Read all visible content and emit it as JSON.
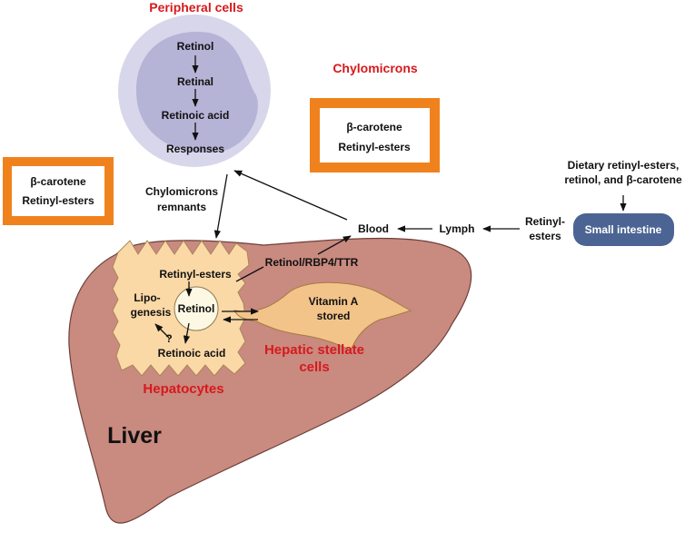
{
  "colors": {
    "red_text": "#d7191c",
    "liver": "#c98a80",
    "liver_stroke": "#6b3f38",
    "hepatocyte": "#fbd9a6",
    "stellate": "#f3c489",
    "orange_box": "#f0821e",
    "circle_outer": "#d8d6ea",
    "circle_inner": "#b5b3d6",
    "intestine": "#4b6493"
  },
  "peripheral": {
    "title": "Peripheral cells",
    "retinol": "Retinol",
    "retinal": "Retinal",
    "retinoic_acid": "Retinoic acid",
    "responses": "Responses"
  },
  "chylomicrons": {
    "title": "Chylomicrons",
    "item1": "β-carotene",
    "item2": "Retinyl-esters"
  },
  "left_box": {
    "item1": "β-carotene",
    "item2": "Retinyl-esters"
  },
  "remnants": {
    "line1": "Chylomicrons",
    "line2": "remnants"
  },
  "dietary": {
    "line1": "Dietary retinyl-esters,",
    "line2": "retinol, and β-carotene"
  },
  "small_intestine": "Small intestine",
  "retinyl_esters_side": {
    "line1": "Retinyl-",
    "line2": "esters"
  },
  "lymph": "Lymph",
  "blood": "Blood",
  "rbp4": "Retinol/RBP4/TTR",
  "hepatocyte": {
    "retinyl_esters": "Retinyl-esters",
    "retinol": "Retinol",
    "lipo1": "Lipo-",
    "lipo2": "genesis",
    "question": "?",
    "retinoic_acid": "Retinoic acid",
    "label": "Hepatocytes"
  },
  "stellate": {
    "vitamin_a": "Vitamin A",
    "stored": "stored",
    "label1": "Hepatic stellate",
    "label2": "cells"
  },
  "liver_label": "Liver"
}
